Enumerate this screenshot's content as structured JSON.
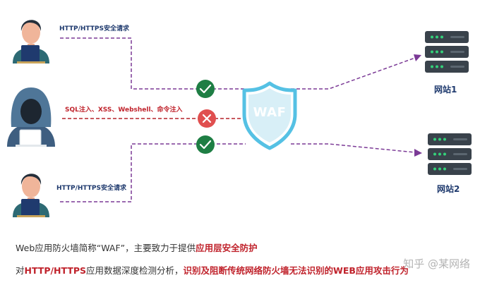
{
  "diagram": {
    "users": [
      {
        "label": "HTTP/HTTPS安全请求",
        "status": "allowed"
      },
      {
        "label": "SQL注入、XSS、Webshell、命令注入",
        "status": "blocked"
      },
      {
        "label": "HTTP/HTTPS安全请求",
        "status": "allowed"
      }
    ],
    "waf_label": "WAF",
    "sites": [
      {
        "label": "网站1"
      },
      {
        "label": "网站2"
      }
    ]
  },
  "caption": {
    "line1_prefix": "Web应用防火墙简称“WAF”，主要致力于提供",
    "line1_highlight": "应用层安全防护",
    "line2_start": "对",
    "line2_proto": "HTTP/HTTPS",
    "line2_middle": "应用数据深度检测分析，",
    "line2_highlight": "识别及阻断传统网络防火墙无法识别的WEB应用攻击行为"
  },
  "watermark": "知乎 @某网络",
  "colors": {
    "path": "#7b3a96",
    "blocked_path": "#b5222a",
    "check": "#1e7e44",
    "cross": "#e04f4f",
    "shield": "#55c1e4",
    "server": "#39424b",
    "server_led": "#34d17a"
  }
}
